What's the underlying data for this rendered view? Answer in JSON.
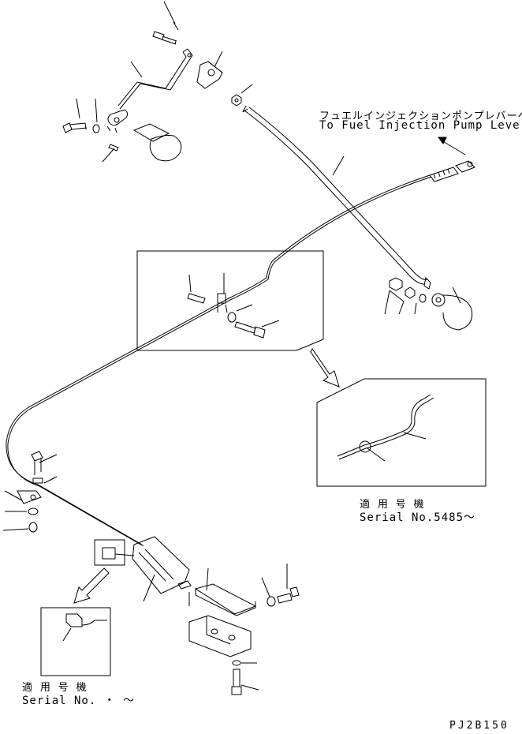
{
  "diagram": {
    "fuel_pump_label_jp": "フュエルインジェクションポンプレバーへ",
    "fuel_pump_label_en": "To Fuel Injection Pump Lever",
    "serial_right_jp": "適 用 号 機",
    "serial_right_en": "Serial No.5485～",
    "serial_left_jp": "適 用 号 機",
    "serial_left_en": "Serial No.  ・  ～",
    "drawing_code": "PJ2B150"
  },
  "colors": {
    "line": "#000000",
    "background": "#ffffff"
  }
}
